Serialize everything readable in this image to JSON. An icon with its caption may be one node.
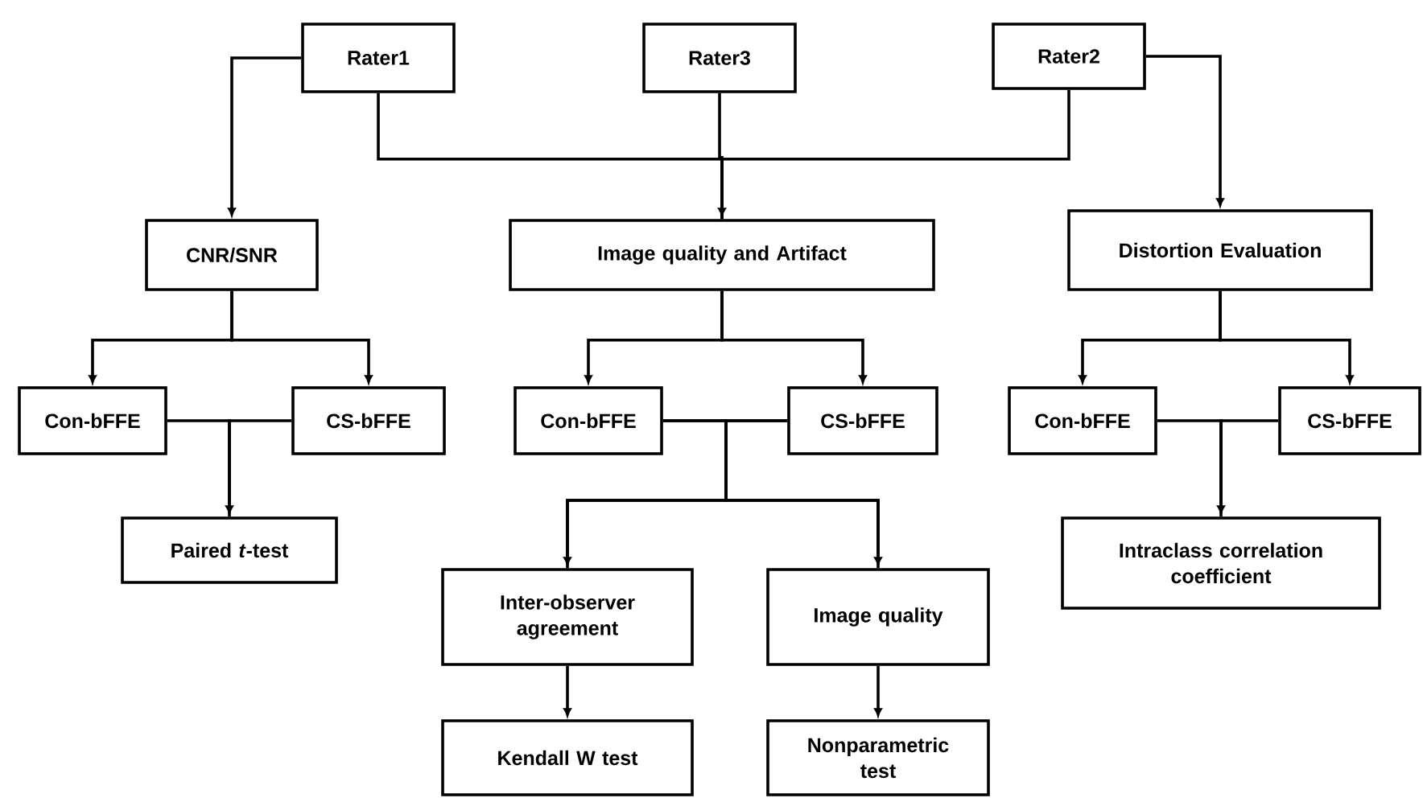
{
  "diagram": {
    "nodes": [
      {
        "text": [
          "Rater1"
        ]
      },
      {
        "text": [
          "Rater3"
        ]
      },
      {
        "text": [
          "Rater2"
        ]
      },
      {
        "text": [
          "CNR/SNR"
        ]
      },
      {
        "text": [
          "Image quality and Artifact"
        ]
      },
      {
        "text": [
          "Distortion Evaluation"
        ]
      },
      {
        "text": [
          "Con-bFFE"
        ]
      },
      {
        "text": [
          "CS-bFFE"
        ]
      },
      {
        "text": [
          "Con-bFFE"
        ]
      },
      {
        "text": [
          "CS-bFFE"
        ]
      },
      {
        "text": [
          "Con-bFFE"
        ]
      },
      {
        "text": [
          "CS-bFFE"
        ]
      },
      {
        "text": [
          "Paired *t*-test"
        ]
      },
      {
        "text": [
          "Inter-observer agreement"
        ]
      },
      {
        "text": [
          "Image quality"
        ]
      },
      {
        "text": [
          "Intraclass correlation coefficient"
        ]
      },
      {
        "text": [
          "Kendall W test"
        ]
      },
      {
        "text": [
          "Nonparametric test"
        ]
      }
    ],
    "edges": [
      {
        "from": 0,
        "to": 3,
        "arrow": "to"
      },
      {
        "from": 0,
        "to": 4,
        "arrow": "to"
      },
      {
        "from": 1,
        "to": 4,
        "arrow": "to"
      },
      {
        "from": 2,
        "to": 4,
        "arrow": "to"
      },
      {
        "from": 2,
        "to": 5,
        "arrow": "to"
      },
      {
        "from": 3,
        "to": 6,
        "arrow": "to"
      },
      {
        "from": 3,
        "to": 7,
        "arrow": "to"
      },
      {
        "from": 4,
        "to": 8,
        "arrow": "to"
      },
      {
        "from": 4,
        "to": 9,
        "arrow": "to"
      },
      {
        "from": 5,
        "to": 10,
        "arrow": "to"
      },
      {
        "from": 5,
        "to": 11,
        "arrow": "to"
      },
      {
        "from": 6,
        "to": 12,
        "arrow": "to"
      },
      {
        "from": 7,
        "to": 12,
        "arrow": "to"
      },
      {
        "from": 8,
        "to": 13,
        "arrow": "to"
      },
      {
        "from": 8,
        "to": 14,
        "arrow": "to"
      },
      {
        "from": 9,
        "to": 13,
        "arrow": "to"
      },
      {
        "from": 9,
        "to": 14,
        "arrow": "to"
      },
      {
        "from": 10,
        "to": 15,
        "arrow": "to"
      },
      {
        "from": 11,
        "to": 15,
        "arrow": "to"
      },
      {
        "from": 13,
        "to": 16,
        "arrow": "to"
      },
      {
        "from": 14,
        "to": 17,
        "arrow": "to"
      }
    ]
  }
}
